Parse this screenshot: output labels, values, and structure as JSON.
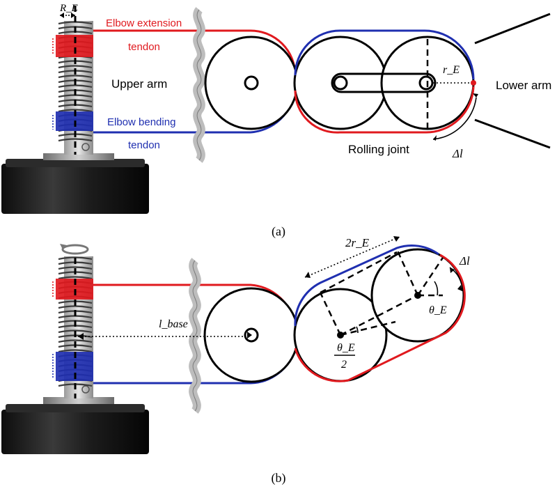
{
  "colors": {
    "extension": "#e0191e",
    "bending": "#1f2fb0",
    "outline": "#000000",
    "spring": "#8a8a8a",
    "base": "#1c1c1c",
    "wavy_cut": "#bdbdbd"
  },
  "panel_a": {
    "radius_label": "R_E",
    "extension_label_line1": "Elbow extension",
    "extension_label_line2": "tendon",
    "bending_label_line1": "Elbow bending",
    "bending_label_line2": "tendon",
    "upper_arm": "Upper arm",
    "lower_arm": "Lower arm",
    "rolling_joint": "Rolling joint",
    "r_label": "r_E",
    "delta_label": "Δl",
    "caption": "(a)"
  },
  "panel_b": {
    "l_base_label": "l_base",
    "two_r_label": "2r_E",
    "theta_label": "θ_E",
    "half_theta_num": "θ_E",
    "half_theta_den": "2",
    "delta_label": "Δl",
    "rotation_icon": "rotation-arrow-icon",
    "caption": "(b)"
  }
}
